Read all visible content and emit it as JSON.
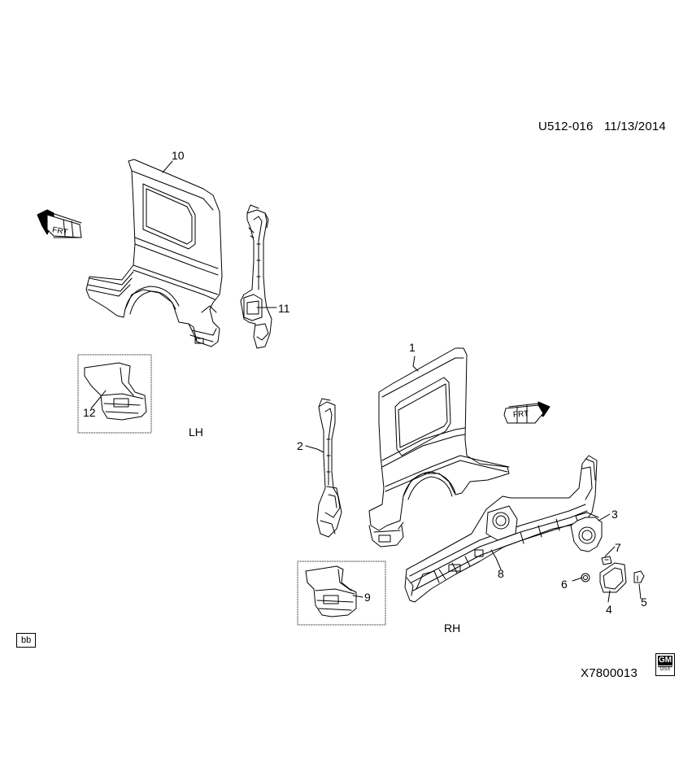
{
  "header": {
    "code": "U512-016",
    "date": "11/13/2014"
  },
  "side_labels": {
    "lh": "LH",
    "rh": "RH"
  },
  "front_indicator": "FRT",
  "callouts": [
    "1",
    "2",
    "3",
    "4",
    "5",
    "6",
    "7",
    "8",
    "9",
    "10",
    "11",
    "12"
  ],
  "footer": {
    "page_tag": "bb",
    "illustration_id": "X7800013",
    "logo_top": "GM",
    "logo_bottom": "OSX"
  }
}
